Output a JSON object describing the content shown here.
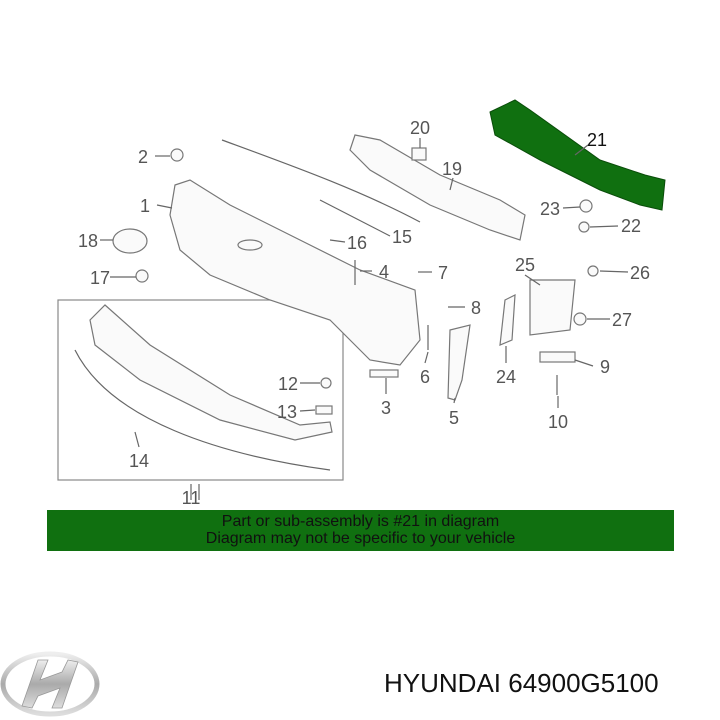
{
  "diagram": {
    "callouts": [
      "1",
      "2",
      "3",
      "4",
      "5",
      "6",
      "7",
      "8",
      "9",
      "10",
      "11",
      "12",
      "13",
      "14",
      "15",
      "16",
      "17",
      "18",
      "19",
      "20",
      "21",
      "22",
      "23",
      "24",
      "25",
      "26",
      "27"
    ],
    "highlighted_part": "21",
    "highlight_color": "#107010"
  },
  "banner": {
    "line1": "Part or sub-assembly is #21 in diagram",
    "line2": "Diagram may not be specific to your vehicle",
    "background": "#107010"
  },
  "footer": {
    "brand_logo": "HYUNDAI",
    "part_label": "HYUNDAI 64900G5100"
  }
}
